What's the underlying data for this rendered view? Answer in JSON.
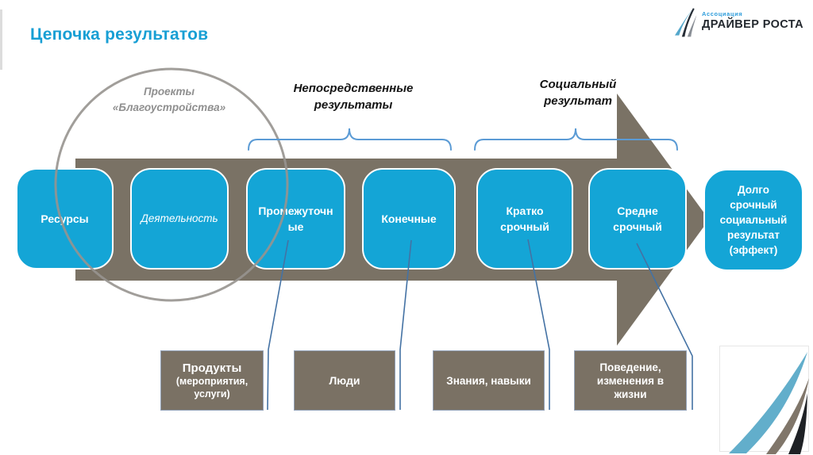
{
  "slide": {
    "title": "Цепочка результатов",
    "logo": {
      "org_type": "Ассоциация",
      "org_name": "ДРАЙВЕР РОСТА"
    }
  },
  "colors": {
    "title": "#189FD4",
    "chain_box": "#14A5D6",
    "arrow_body": "#7A7265",
    "output_box": "#7A7164",
    "brace": "#5B9BD5",
    "connector": "#4472A4",
    "circle_outline": "#97948F",
    "corner_blue": "#62AECB",
    "corner_taupe": "#80766A",
    "corner_black": "#1E2125"
  },
  "diagram": {
    "circle_label": "Проекты\n«Благоустройства»",
    "brackets": [
      {
        "label": "Непосредственные\nрезультаты"
      },
      {
        "label": "Социальный\nрезультат"
      }
    ],
    "chain": [
      {
        "label": "Ресурсы"
      },
      {
        "label": "Деятельность"
      },
      {
        "label": "Промежуточн\nые"
      },
      {
        "label": "Конечные"
      },
      {
        "label": "Кратко\nсрочный"
      },
      {
        "label": "Средне\nсрочный"
      },
      {
        "label": "Долго\nсрочный\nсоциальный\nрезультат\n(эффект)"
      }
    ],
    "outputs": [
      {
        "title": "Продукты",
        "sub": "(мероприятия,\nуслуги)"
      },
      {
        "title": "Люди",
        "sub": ""
      },
      {
        "title": "Знания, навыки",
        "sub": ""
      },
      {
        "title": "Поведение,\nизменения в\nжизни",
        "sub": ""
      }
    ]
  }
}
